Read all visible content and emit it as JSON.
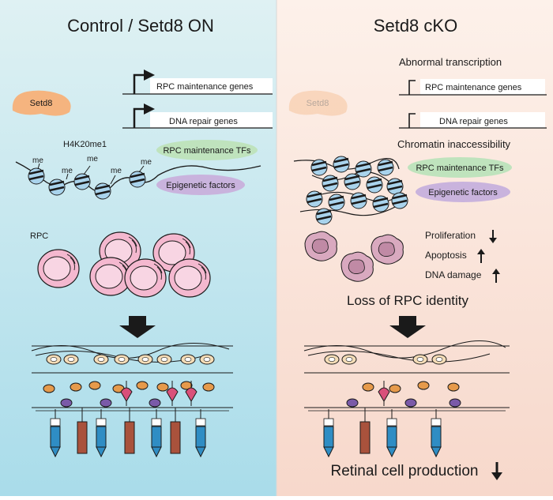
{
  "left_panel": {
    "title": "Control / Setd8 ON",
    "setd8_label": "Setd8",
    "genes": [
      "RPC maintenance genes",
      "DNA repair genes"
    ],
    "mark_label": "H4K20me1",
    "me_label": "me",
    "tf_label": "RPC maintenance TFs",
    "epi_label": "Epigenetic factors",
    "rpc_label": "RPC"
  },
  "right_panel": {
    "title": "Setd8 cKO",
    "setd8_label": "Setd8",
    "abnormal_label": "Abnormal transcription",
    "genes": [
      "RPC maintenance genes",
      "DNA repair genes"
    ],
    "chromatin_label": "Chromatin inaccessibility",
    "tf_label": "RPC maintenance TFs",
    "epi_label": "Epigenetic factors",
    "phenotypes": [
      {
        "label": "Proliferation",
        "direction": "down"
      },
      {
        "label": "Apoptosis",
        "direction": "up"
      },
      {
        "label": "DNA damage",
        "direction": "up"
      }
    ],
    "identity_label": "Loss of RPC identity",
    "production_label": "Retinal cell production"
  },
  "colors": {
    "left_bg_top": "#dff1f3",
    "left_bg_bottom": "#a9dcea",
    "right_bg_top": "#fdf1ea",
    "right_bg_bottom": "#f7d8cb",
    "setd8": "#f5b47f",
    "nucleosome": "#a9d3ec",
    "tf_ellipse": "#bfe3bd",
    "epi_ellipse": "#c9b3dd",
    "rpc_cell": "#f4b8cf",
    "rpc_nucleus": "#f8d5e3",
    "apoptotic_cell": "#d9a9bf"
  }
}
